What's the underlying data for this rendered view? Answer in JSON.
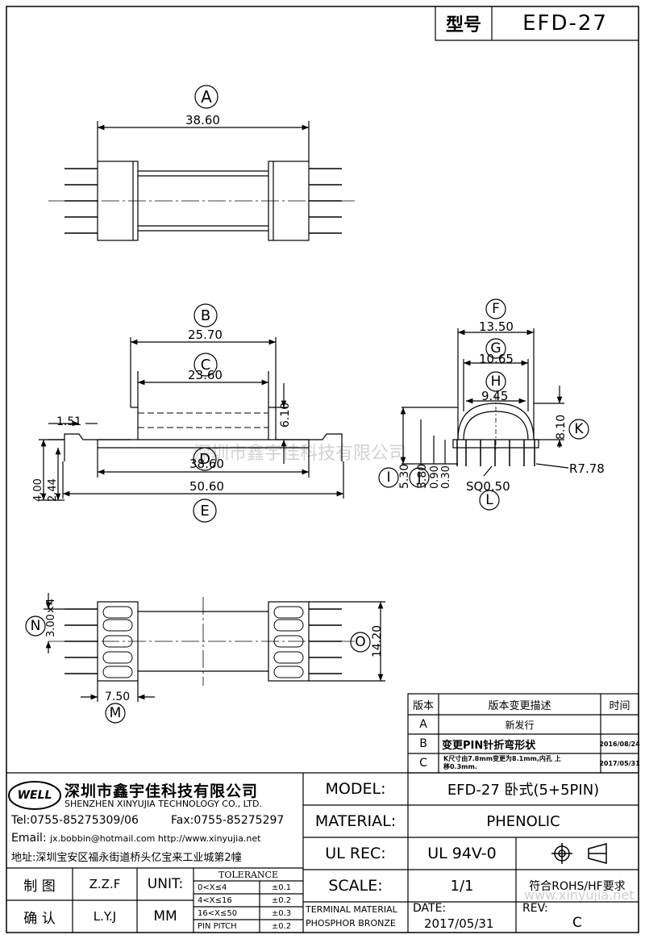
{
  "header": {
    "model_label": "型号",
    "model_value": "EFD-27"
  },
  "views": {
    "A": {
      "callout": "A",
      "dim": "38.60"
    },
    "side": {
      "B": "B",
      "B_dim": "25.70",
      "C": "C",
      "C_dim": "23.60",
      "D": "D",
      "D_dim": "38.60",
      "E": "E",
      "E_dim": "50.60",
      "dim_1_51": "1.51",
      "dim_6_10": "6.10",
      "dim_4_00": "4.00",
      "dim_2_44": "2.44"
    },
    "end": {
      "F": "F",
      "F_dim": "13.50",
      "G": "G",
      "G_dim": "10.65",
      "H": "H",
      "H_dim": "9.45",
      "K": "K",
      "K_dim": "8.10",
      "I": "I",
      "I_dim": "5.30",
      "J": "J",
      "J_dim": "3.80",
      "d090": "0.90",
      "d030": "0.30",
      "L": "L",
      "L_dim": "SQ0.50",
      "R_dim": "R7.78"
    },
    "bottom": {
      "N": "N",
      "N_dim": "3.00×4",
      "M": "M",
      "M_dim": "7.50",
      "O": "O",
      "O_dim": "14.20"
    }
  },
  "watermark": {
    "center": "深圳市鑫宇佳科技有限公司",
    "url": "www.xinyujia.net"
  },
  "revisions": {
    "headers": {
      "ver": "版本",
      "desc": "版本变更描述",
      "time": "时间"
    },
    "rows": [
      {
        "ver": "A",
        "desc": "新发行",
        "time": ""
      },
      {
        "ver": "B",
        "desc": "变更PIN针折弯形状",
        "time": "2016/08/24"
      },
      {
        "ver": "C",
        "desc": "K尺寸由7.8mm变更为8.1mm,内孔 上移0.3mm.",
        "time": "2017/05/31"
      }
    ]
  },
  "company": {
    "logo_text": "WELL",
    "name_cn": "深圳市鑫宇佳科技有限公司",
    "name_en": "SHENZHEN XINYUJIA TECHNOLOGY CO., LTD.",
    "tel": "Tel:0755-85275309/06",
    "fax": "Fax:0755-85275297",
    "email_label": "Email:",
    "email": "jx.bobbin@hotmail.com http://www.xinyujia.net",
    "address": "地址:深圳宝安区福永街道桥头亿宝来工业城第2幢"
  },
  "titleblock": {
    "model_label": "MODEL:",
    "model_value": "EFD-27 卧式(5+5PIN)",
    "material_label": "MATERIAL:",
    "material_value": "PHENOLIC",
    "ulrec_label": "UL REC:",
    "ulrec_value": "UL 94V-0",
    "scale_label": "SCALE:",
    "scale_value": "1/1",
    "rohs": "符合ROHS/HF要求",
    "terminal_label": "TERMINAL MATERIAL",
    "terminal_value": "PHOSPHOR BRONZE",
    "date_label": "DATE:",
    "date_value": "2017/05/31",
    "rev_label": "REV:",
    "rev_value": "C",
    "draw_label": "制 图",
    "draw_value": "Z.Z.F",
    "check_label": "确 认",
    "check_value": "L.Y.J",
    "unit_label": "UNIT:",
    "unit_value": "MM",
    "tol_title": "TOLERANCE",
    "tolerances": [
      {
        "range": "0<X≤4",
        "value": "±0.1"
      },
      {
        "range": "4<X≤16",
        "value": "±0.2"
      },
      {
        "range": "16<X≤50",
        "value": "±0.3"
      },
      {
        "range": "PIN PITCH",
        "value": "±0.2"
      }
    ]
  }
}
